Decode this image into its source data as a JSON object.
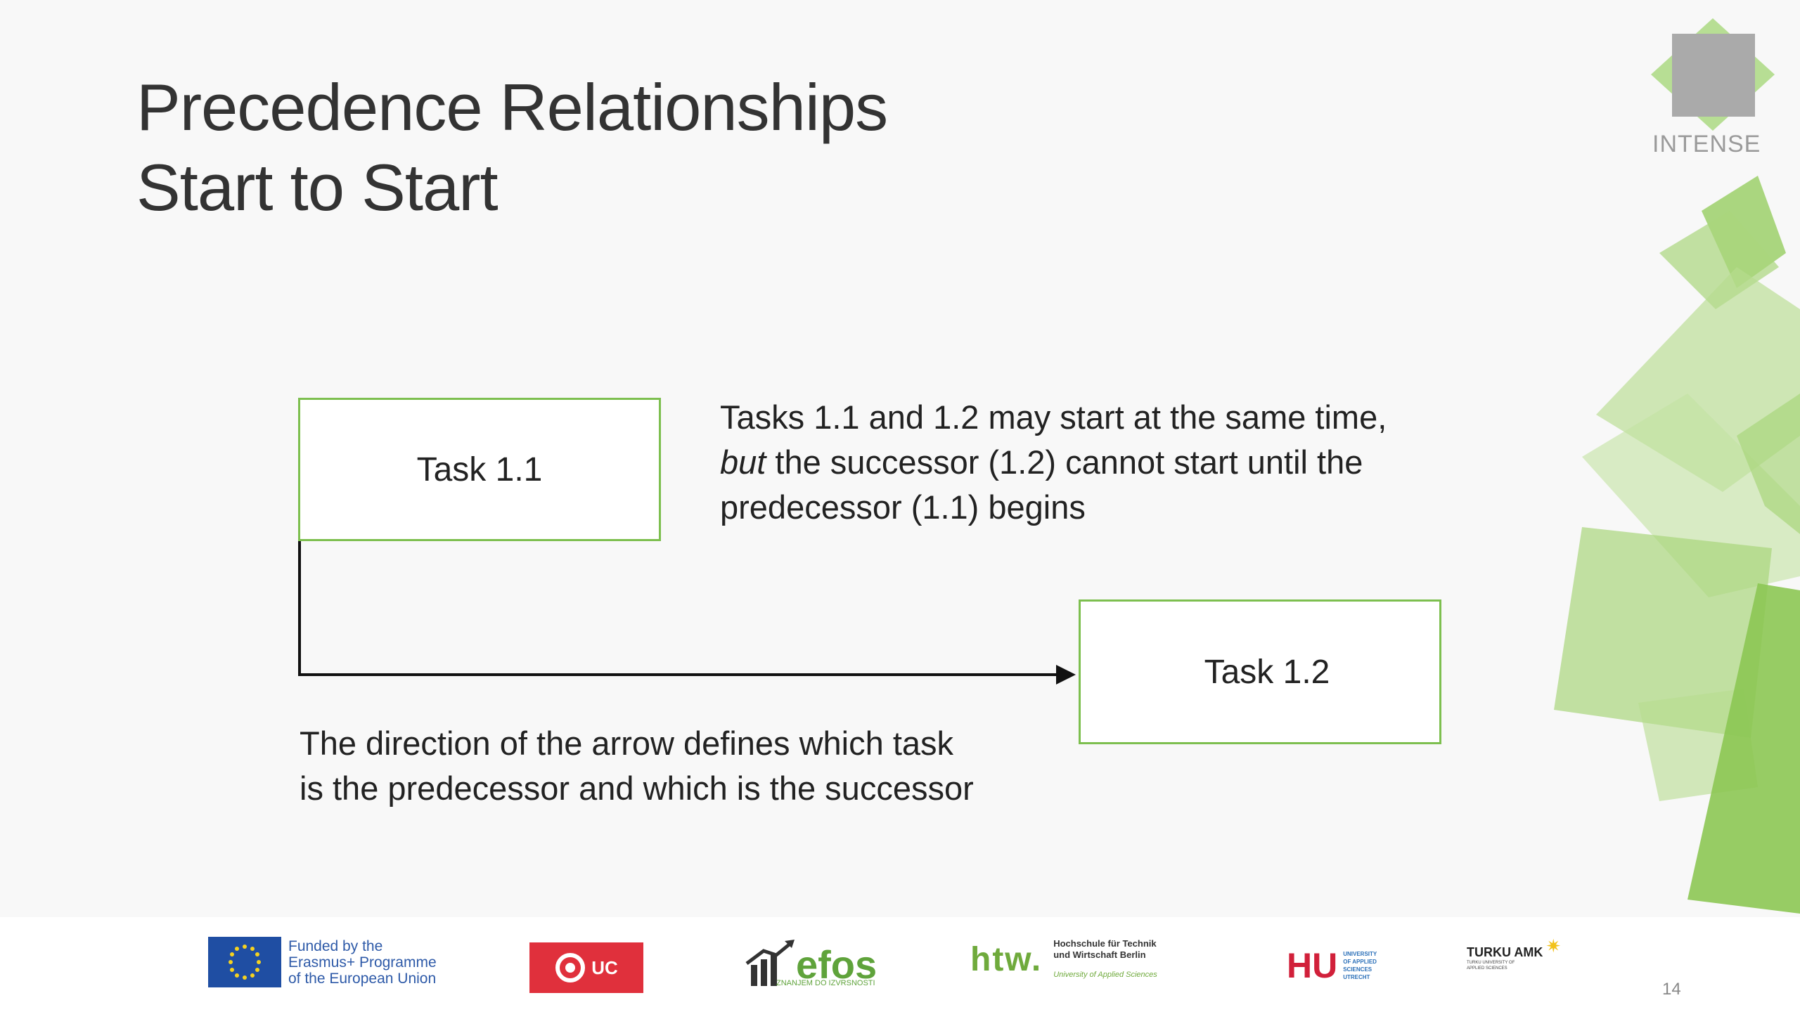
{
  "slide": {
    "title_line1": "Precedence Relationships",
    "title_line2": "Start to Start",
    "task_a": "Task 1.1",
    "task_b": "Task 1.2",
    "note_top_line1": "Tasks 1.1 and 1.2 may start at the same time,",
    "note_top_emph": "but",
    "note_top_line2_rest": " the successor (1.2) cannot start until the",
    "note_top_line3": "predecessor (1.1) begins",
    "note_bottom_line1": "The direction of the arrow defines which task",
    "note_bottom_line2": "is the predecessor and which is the successor",
    "brand_logo_text": "INTENSE",
    "page_number": "14"
  },
  "footer": {
    "eu_line1": "Funded by the",
    "eu_line2": "Erasmus+ Programme",
    "eu_line3": "of the European Union",
    "ucll_text": "UC",
    "efos_text": "efos",
    "efos_sub": "ZNANJEM DO IZVRSNOSTI",
    "htw_mark": "htw.",
    "htw_line1": "Hochschule für Technik",
    "htw_line2": "und Wirtschaft Berlin",
    "htw_line3": "University of Applied Sciences",
    "hu_mark": "HU",
    "hu_line1": "UNIVERSITY",
    "hu_line2": "OF APPLIED",
    "hu_line3": "SCIENCES",
    "hu_line4": "UTRECHT",
    "turku_name": "TURKU AMK",
    "turku_sub1": "TURKU UNIVERSITY OF",
    "turku_sub2": "APPLIED SCIENCES"
  },
  "colors": {
    "accent_green": "#7dbf4f",
    "deco_green_light": "#b7dc8f",
    "deco_green_mid": "#9cd06a",
    "brand_gray": "#b0b0b0"
  }
}
